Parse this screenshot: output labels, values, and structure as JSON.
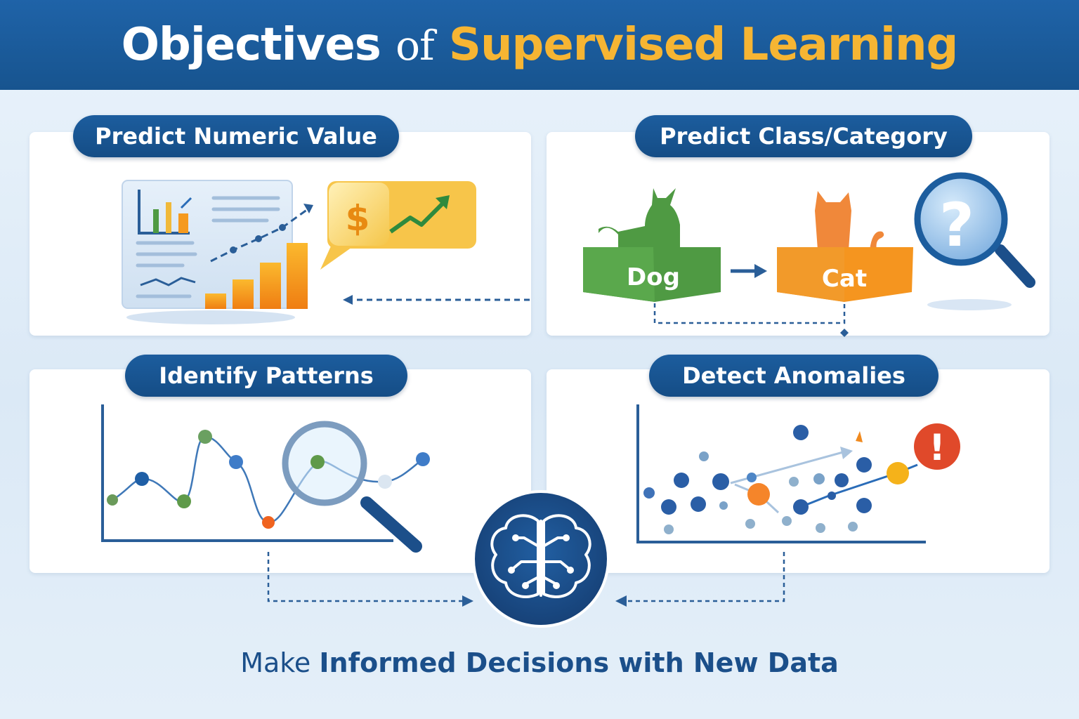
{
  "header": {
    "title_part1": "Objectives",
    "title_part2": "of",
    "title_part3": "Supervised Learning"
  },
  "objectives": [
    {
      "label": "Predict Numeric Value"
    },
    {
      "label": "Predict Class/Category"
    },
    {
      "label": "Identify Patterns"
    },
    {
      "label": "Detect Anomalies"
    }
  ],
  "classification": {
    "class_a": "Dog",
    "class_b": "Cat",
    "question_mark": "?"
  },
  "numeric": {
    "currency_symbol": "$"
  },
  "anomaly": {
    "alert_symbol": "!"
  },
  "tagline": {
    "prefix": "Make",
    "emphasis": "Informed Decisions with New Data"
  },
  "colors": {
    "header_blue": "#1c5d9e",
    "accent_gold": "#f6b533",
    "dog_green": "#4f9a43",
    "cat_orange": "#f08a1f",
    "anomaly_red": "#e0492a",
    "point_blue": "#2a6cb8"
  }
}
